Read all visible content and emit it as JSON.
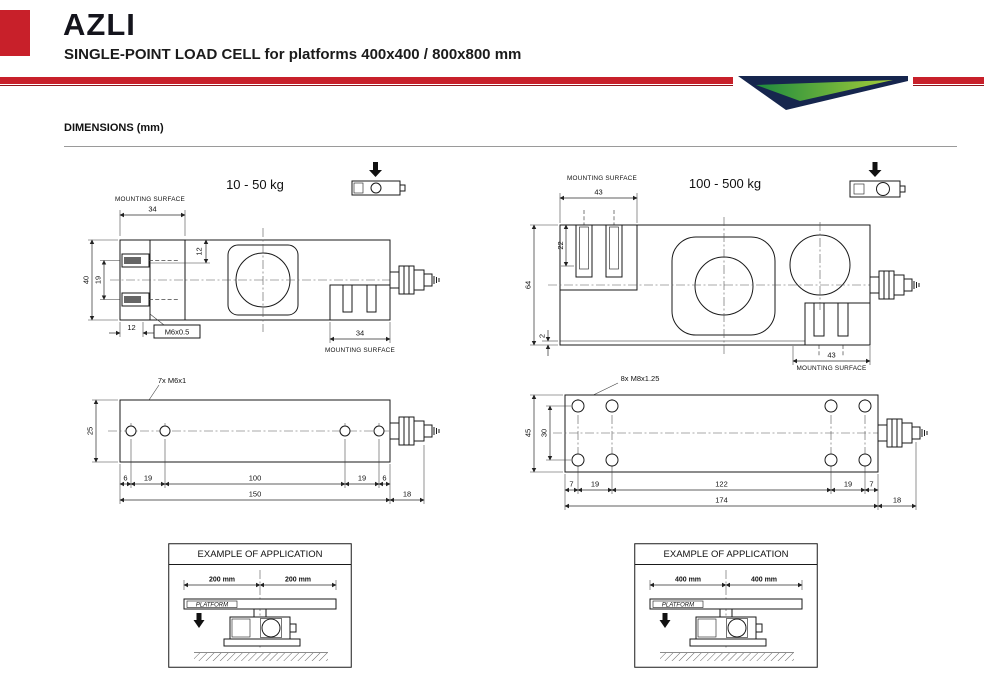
{
  "header": {
    "title": "AZLI",
    "subtitle": "SINGLE-POINT LOAD CELL for platforms 400x400 / 800x800 mm"
  },
  "section": {
    "title": "DIMENSIONS (mm)"
  },
  "colors": {
    "accent_red": "#C8202A",
    "swoosh_navy": "#16264E",
    "swoosh_green_dark": "#1D8A3E",
    "swoosh_green_light": "#A6CE39",
    "drawing_line": "#1A1A1A"
  },
  "left_cell": {
    "range": "10 - 50 kg",
    "side_view": {
      "mounting_surface_top": "MOUNTING SURFACE",
      "mounting_surface_bottom": "MOUNTING SURFACE",
      "top_width": "34",
      "slot_depth": "12",
      "hole_spacing": "19",
      "height": "40",
      "bottom_offset": "12",
      "thread": "M6x0.5",
      "bottom_width": "34"
    },
    "top_view": {
      "holes": "7x M6x1",
      "width": "25",
      "edge_to_hole": "6",
      "hole_pitch": "19",
      "center_span": "100",
      "hole_pitch_2": "19",
      "edge_to_hole_2": "6",
      "total_length": "150",
      "connector_length": "18"
    }
  },
  "right_cell": {
    "range": "100 - 500 kg",
    "side_view": {
      "mounting_surface_top": "MOUNTING SURFACE",
      "mounting_surface_bottom": "MOUNTING SURFACE",
      "top_width": "43",
      "slot_depth": "22",
      "height": "64",
      "bottom_plate": "2",
      "bottom_width": "43"
    },
    "top_view": {
      "holes": "8x M8x1.25",
      "width": "45",
      "row_spacing": "30",
      "edge_to_hole": "7",
      "hole_pitch": "19",
      "center_span": "122",
      "hole_pitch_2": "19",
      "edge_to_hole_2": "7",
      "total_length": "174",
      "connector_length": "18"
    }
  },
  "example_left": {
    "title": "EXAMPLE OF APPLICATION",
    "dim_left": "200 mm",
    "dim_right": "200 mm",
    "platform_label": "PLATFORM"
  },
  "example_right": {
    "title": "EXAMPLE OF APPLICATION",
    "dim_left": "400 mm",
    "dim_right": "400 mm",
    "platform_label": "PLATFORM"
  }
}
